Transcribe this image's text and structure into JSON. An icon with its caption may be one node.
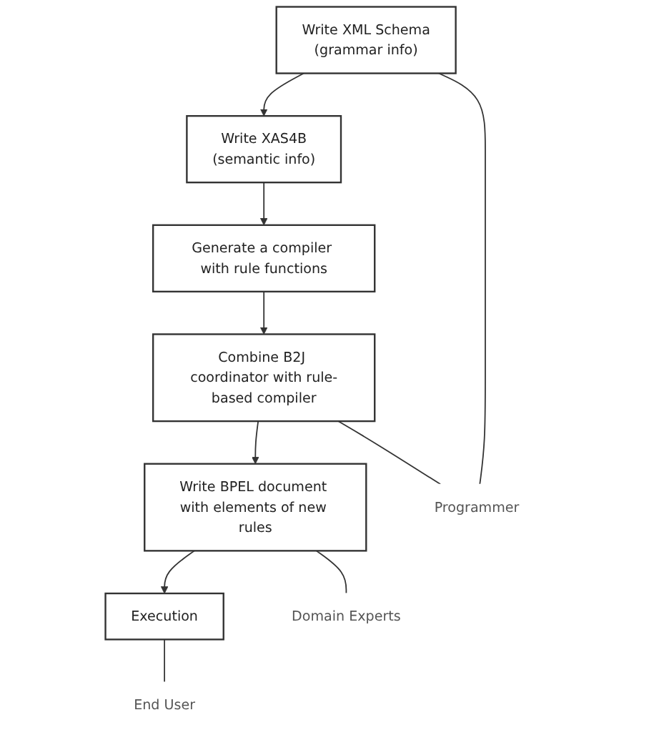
{
  "diagram": {
    "nodes": [
      {
        "text": [
          "Write XML Schema",
          "(grammar info)"
        ]
      },
      {
        "text": [
          "Write XAS4B",
          "(semantic info)"
        ]
      },
      {
        "text": [
          "Generate a compiler with rule functions"
        ]
      },
      {
        "text": [
          "Combine B2J coordinator with rule-based compiler"
        ]
      },
      {
        "text": [
          "Write BPEL document with elements of new rules"
        ]
      },
      {
        "text": [
          "Execution"
        ]
      },
      {
        "text": [
          "Programmer"
        ]
      },
      {
        "text": [
          "Domain Experts"
        ]
      },
      {
        "text": [
          "End User"
        ]
      }
    ],
    "edges": [
      {
        "from": 0,
        "to": 1,
        "arrow": "to"
      },
      {
        "from": 1,
        "to": 2,
        "arrow": "to"
      },
      {
        "from": 2,
        "to": 3,
        "arrow": "to"
      },
      {
        "from": 3,
        "to": 4,
        "arrow": "to"
      },
      {
        "from": 4,
        "to": 5,
        "arrow": "to"
      },
      {
        "from": 0,
        "to": 6,
        "arrow": "none"
      },
      {
        "from": 3,
        "to": 6,
        "arrow": "none"
      },
      {
        "from": 4,
        "to": 7,
        "arrow": "none"
      },
      {
        "from": 5,
        "to": 8,
        "arrow": "none"
      }
    ]
  }
}
